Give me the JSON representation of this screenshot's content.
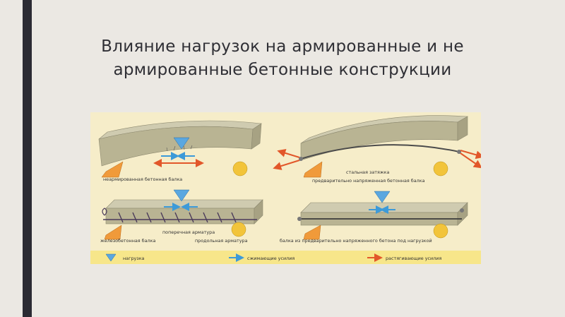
{
  "slide": {
    "title_line1": "Влияние нагрузок на армированные и не",
    "title_line2": "армированные бетонные конструкции"
  },
  "figure": {
    "captions": {
      "unreinforced": "неармированная бетонная балка",
      "steel_tie": "стальная затяжка",
      "prestressed": "предварительно напряженная бетонная балка",
      "transverse_rebar": "поперечная арматура",
      "reinforced": "железобетонная балка",
      "longitudinal_rebar": "продольная арматура",
      "prestressed_loaded": "балка из предварительно напряженного бетона под нагрузкой"
    },
    "legend": {
      "load": "нагрузка",
      "compression": "сжимающие усилия",
      "tension": "растягивающие усилия"
    }
  },
  "colors": {
    "accent_bar": "#2b2b33",
    "background": "#ebe8e3",
    "beam": "#b9b493",
    "support": "#f09a3a",
    "roller": "#f2c43a",
    "load_marker": "#5aa7e0",
    "compression_arrow": "#3d9ad8",
    "tension_arrow": "#e2572a",
    "legend_band": "#f7e68a"
  }
}
